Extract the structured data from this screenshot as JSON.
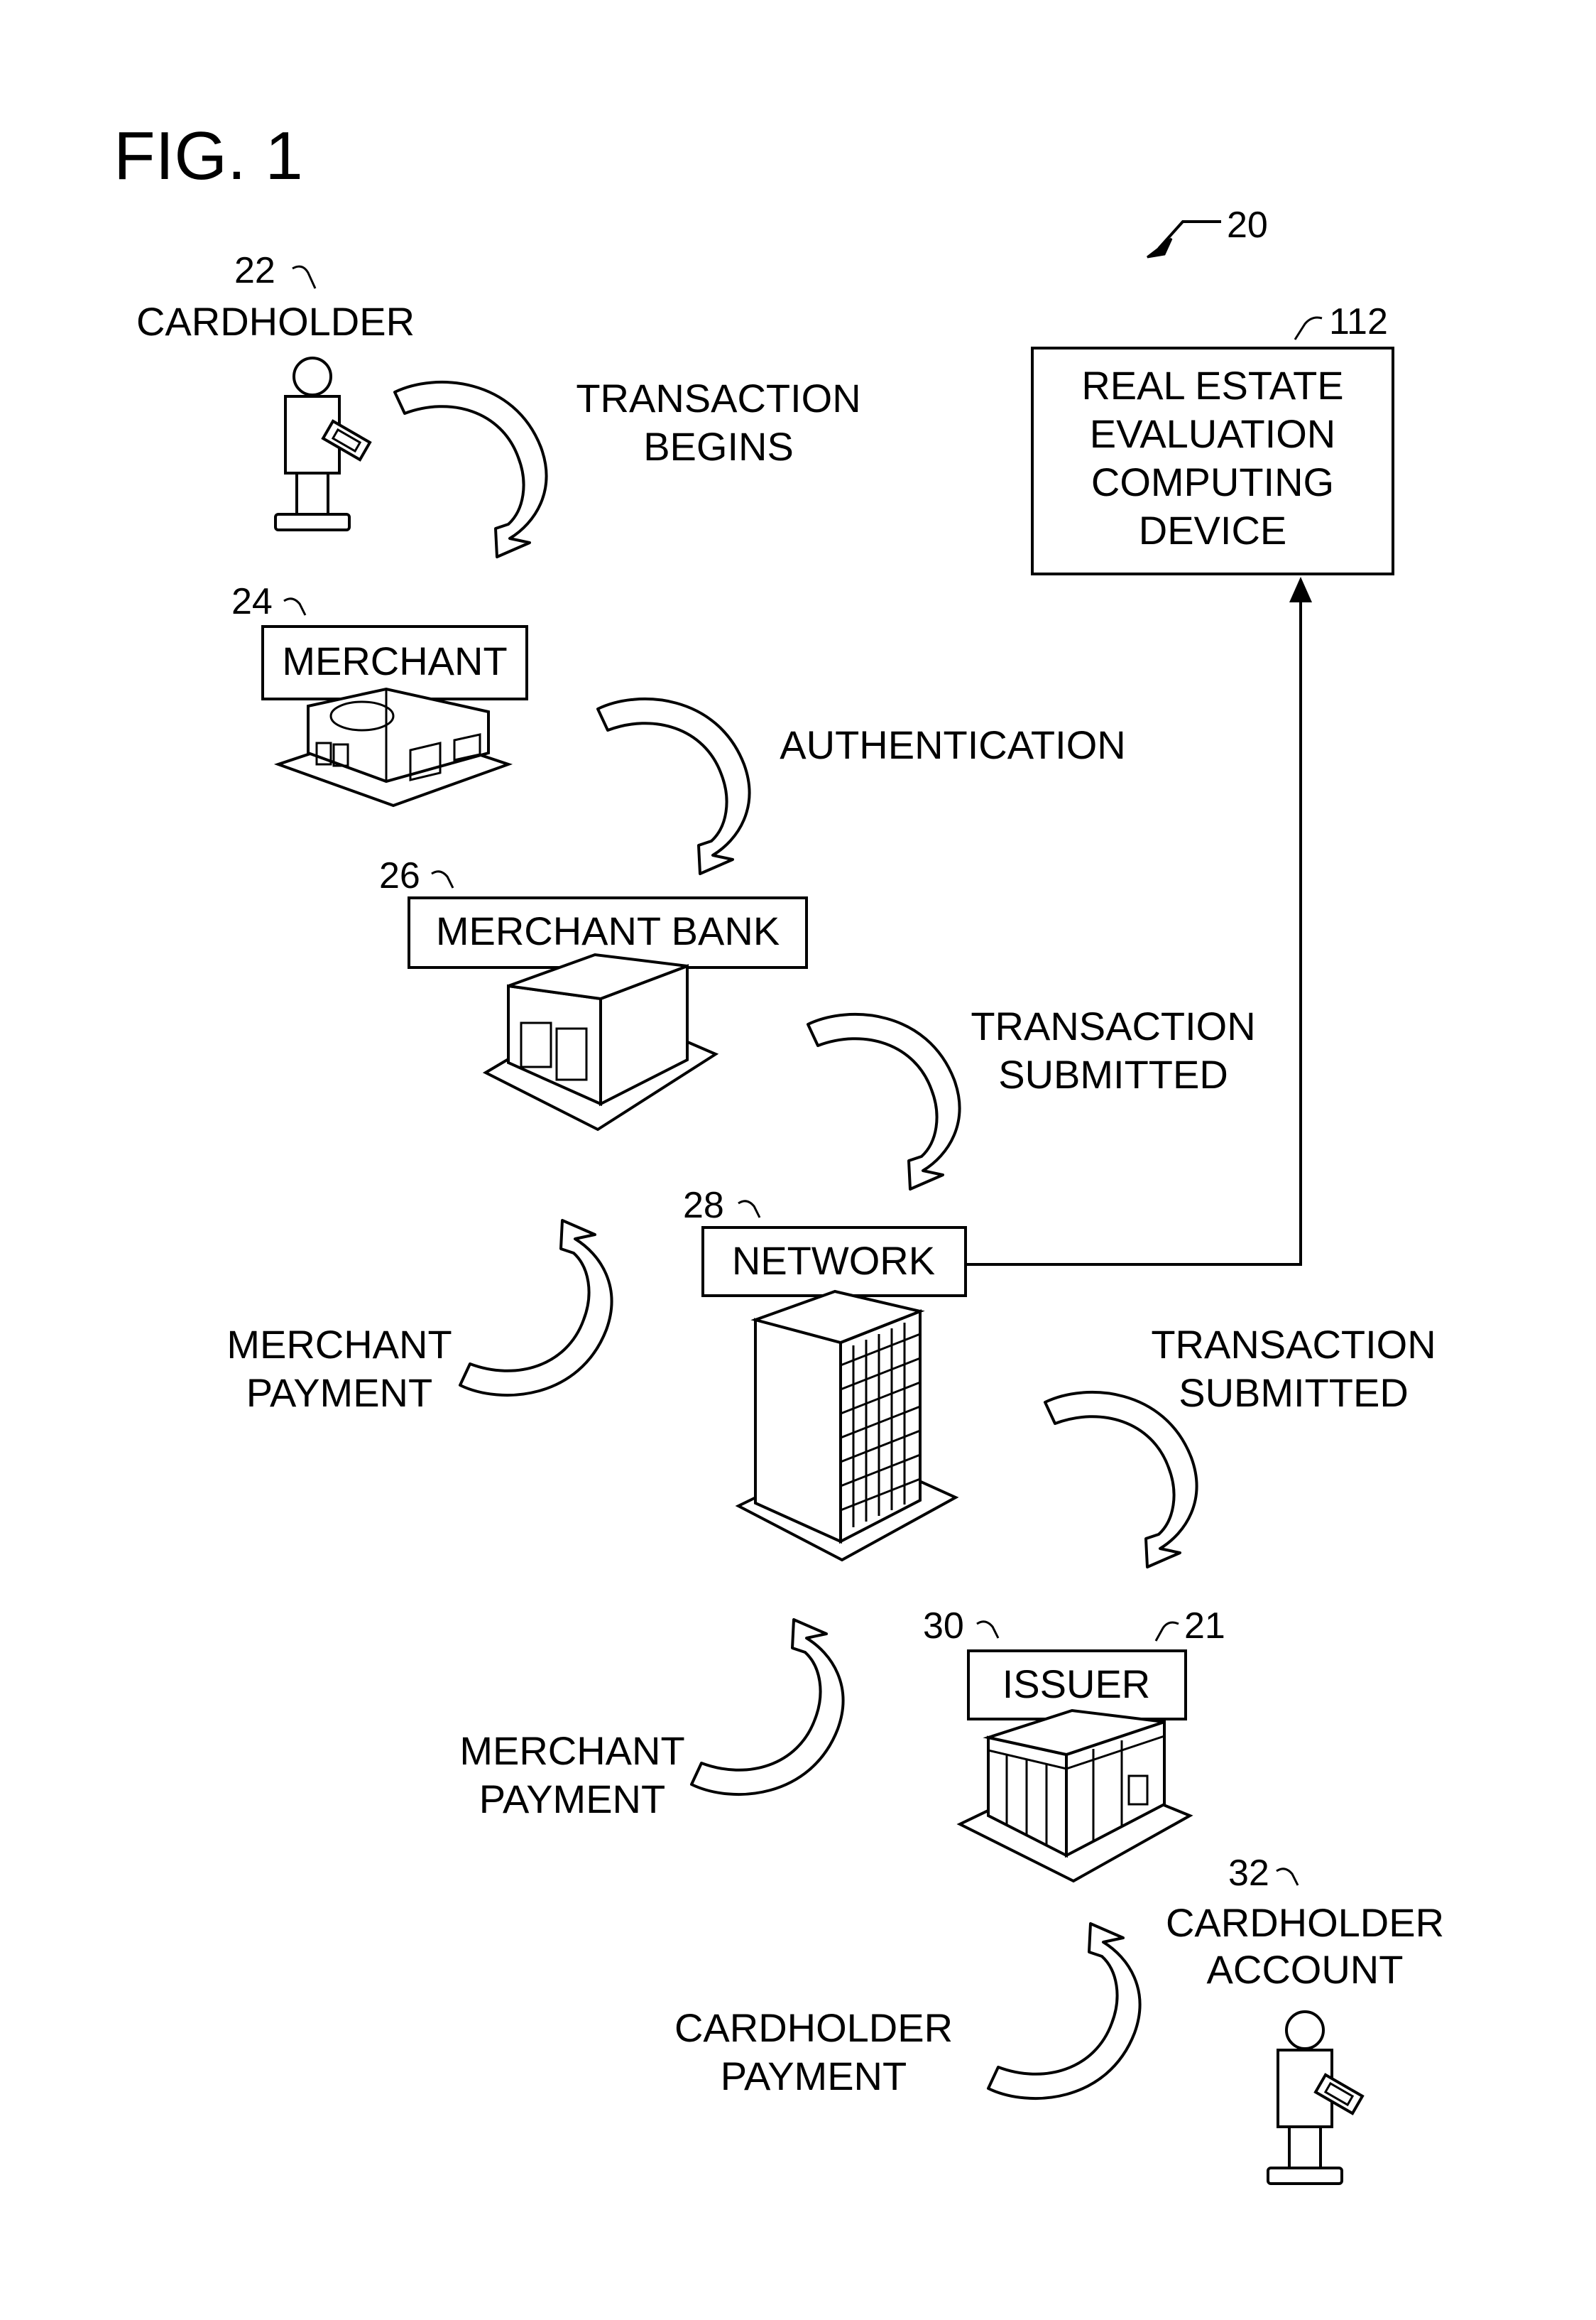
{
  "figure": {
    "title": "FIG. 1",
    "system_ref": "20"
  },
  "nodes": {
    "cardholder": {
      "ref": "22",
      "label": "CARDHOLDER"
    },
    "merchant": {
      "ref": "24",
      "label": "MERCHANT"
    },
    "merchant_bank": {
      "ref": "26",
      "label": "MERCHANT BANK"
    },
    "network": {
      "ref": "28",
      "label": "NETWORK"
    },
    "issuer": {
      "ref": "30",
      "label": "ISSUER",
      "ref2": "21"
    },
    "cardholder_account": {
      "ref": "32",
      "line1": "CARDHOLDER",
      "line2": "ACCOUNT"
    },
    "real_estate_device": {
      "ref": "112",
      "line1": "REAL ESTATE",
      "line2": "EVALUATION",
      "line3": "COMPUTING",
      "line4": "DEVICE"
    }
  },
  "flows": {
    "transaction_begins": {
      "line1": "TRANSACTION",
      "line2": "BEGINS"
    },
    "authentication": {
      "line1": "AUTHENTICATION"
    },
    "transaction_submitted_1": {
      "line1": "TRANSACTION",
      "line2": "SUBMITTED"
    },
    "transaction_submitted_2": {
      "line1": "TRANSACTION",
      "line2": "SUBMITTED"
    },
    "merchant_payment_1": {
      "line1": "MERCHANT",
      "line2": "PAYMENT"
    },
    "merchant_payment_2": {
      "line1": "MERCHANT",
      "line2": "PAYMENT"
    },
    "cardholder_payment": {
      "line1": "CARDHOLDER",
      "line2": "PAYMENT"
    }
  }
}
